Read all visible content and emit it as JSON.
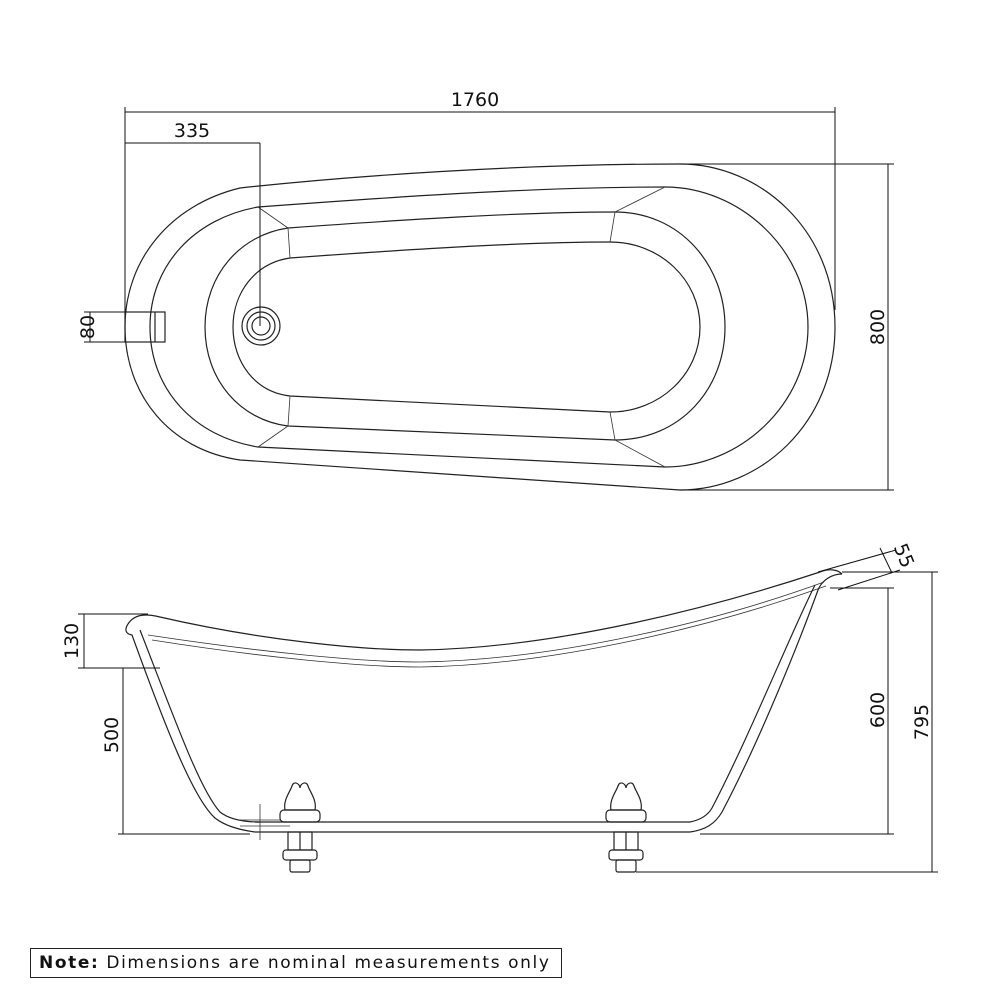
{
  "plan_view": {
    "overall_length": "1760",
    "waste_offset": "335",
    "overflow_height": "80",
    "overall_width": "800"
  },
  "side_view": {
    "rim_thickness": "55",
    "rim_thickness_left": "130",
    "left_height": "500",
    "right_height": "600",
    "overall_height": "795"
  },
  "note": {
    "label": "Note:",
    "text": "Dimensions are nominal measurements only"
  }
}
